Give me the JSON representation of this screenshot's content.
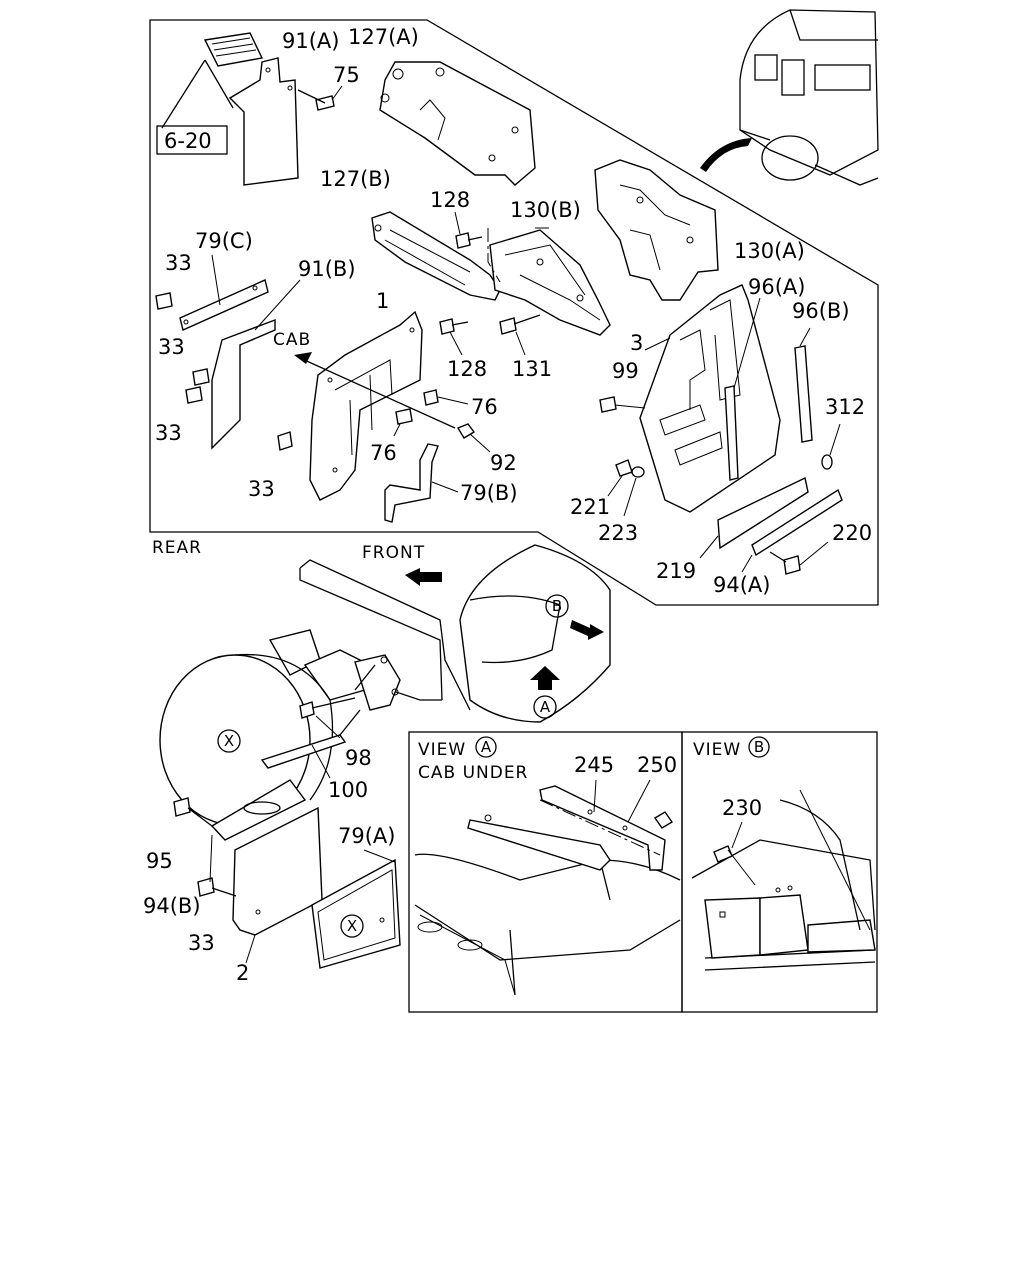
{
  "labels": {
    "p91a": "91(A)",
    "p127a": "127(A)",
    "p75": "75",
    "ref620": "6-20",
    "p127b": "127(B)",
    "p128a": "128",
    "p130b": "130(B)",
    "p130a": "130(A)",
    "p79c": "79(C)",
    "p33a": "33",
    "p91b": "91(B)",
    "p1": "1",
    "cab": "CAB",
    "p33b": "33",
    "p33c": "33",
    "p128b": "128",
    "p131": "131",
    "p76a": "76",
    "p76b": "76",
    "p92": "92",
    "p33d": "33",
    "p79b": "79(B)",
    "p3": "3",
    "p96a": "96(A)",
    "p96b": "96(B)",
    "p99": "99",
    "p312": "312",
    "p221": "221",
    "p223": "223",
    "p220": "220",
    "p219": "219",
    "p94a": "94(A)",
    "rear": "REAR",
    "front": "FRONT",
    "p98": "98",
    "p100": "100",
    "p95": "95",
    "p94b": "94(B)",
    "p33e": "33",
    "p79a": "79(A)",
    "p2": "2",
    "viewA_title": "VIEW",
    "viewA_sub": "CAB UNDER",
    "p245": "245",
    "p250": "250",
    "viewB_title": "VIEW",
    "p230": "230"
  },
  "circles": {
    "a": "A",
    "b": "B",
    "x": "X"
  }
}
